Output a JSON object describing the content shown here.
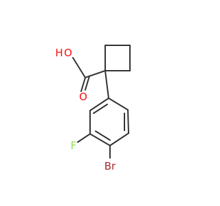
{
  "molecule": {
    "atoms": {
      "oxygen_h": {
        "label": "H",
        "color": "#ff0d0d"
      },
      "oxygen_oh": {
        "label": "O",
        "color": "#ff0d0d"
      },
      "oxygen_carbonyl": {
        "label": "O",
        "color": "#ff0d0d"
      },
      "fluorine": {
        "label": "F",
        "color": "#90e050"
      },
      "bromine": {
        "label": "Br",
        "color": "#a62929"
      }
    },
    "bond_color": "#333333"
  }
}
